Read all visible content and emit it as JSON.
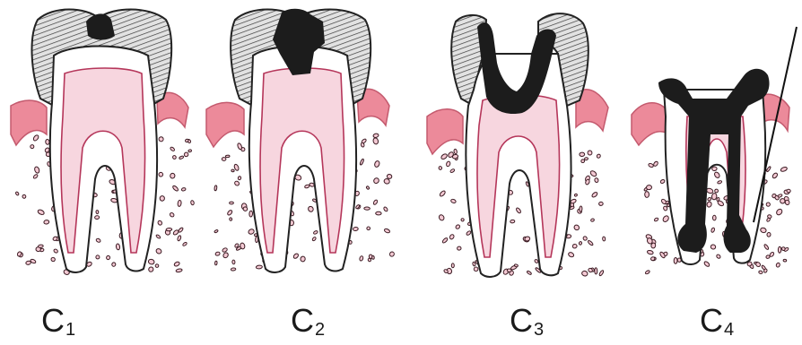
{
  "stages": [
    {
      "letter": "C",
      "num": "1"
    },
    {
      "letter": "C",
      "num": "2"
    },
    {
      "letter": "C",
      "num": "3"
    },
    {
      "letter": "C",
      "num": "4"
    }
  ],
  "colors": {
    "enamel_hatch": "#3a3a3a",
    "enamel_fill": "#dcdcdc",
    "dentin": "#ffffff",
    "pulp": "#f7d6df",
    "gum": "#ec8a9a",
    "bone_dot": "#c46a80",
    "decay": "#1c1c1c",
    "outline": "#222222"
  }
}
